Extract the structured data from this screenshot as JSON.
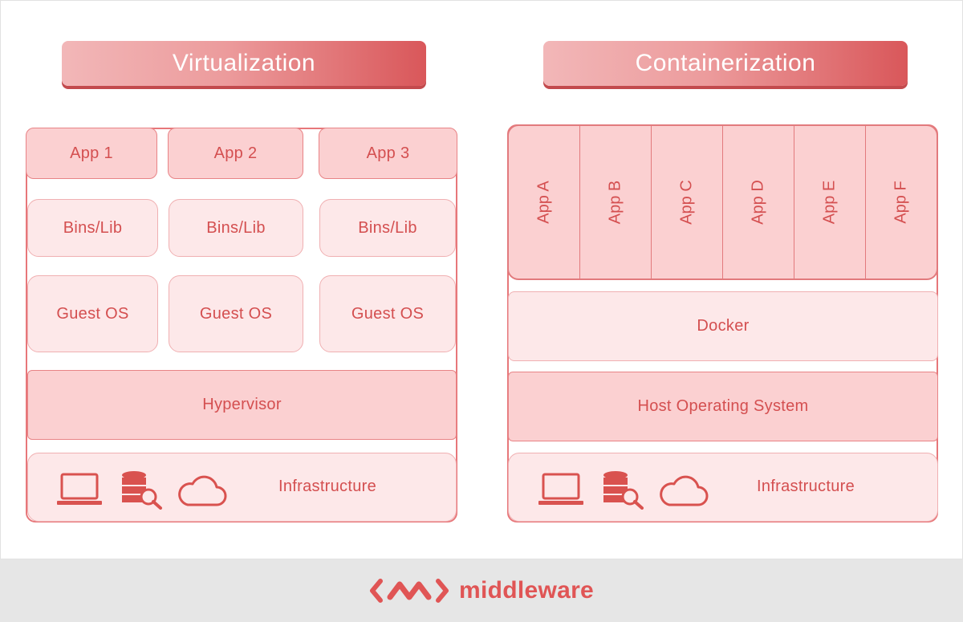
{
  "virtualization": {
    "title": "Virtualization",
    "apps": [
      "App 1",
      "App 2",
      "App 3"
    ],
    "bins": [
      "Bins/Lib",
      "Bins/Lib",
      "Bins/Lib"
    ],
    "guest_os": [
      "Guest OS",
      "Guest OS",
      "Guest OS"
    ],
    "hypervisor": "Hypervisor",
    "infrastructure": "Infrastructure"
  },
  "containerization": {
    "title": "Containerization",
    "apps": [
      "App A",
      "App B",
      "App C",
      "App D",
      "App E",
      "App F"
    ],
    "docker": "Docker",
    "host_os": "Host Operating System",
    "infrastructure": "Infrastructure"
  },
  "icons": [
    "laptop-icon",
    "database-search-icon",
    "cloud-icon"
  ],
  "footer": {
    "brand": "middleware"
  },
  "colors": {
    "accent": "#d9524f",
    "dark_fill": "#fbd0d1",
    "light_fill": "#fde8e9",
    "banner_end": "#d9575a"
  }
}
